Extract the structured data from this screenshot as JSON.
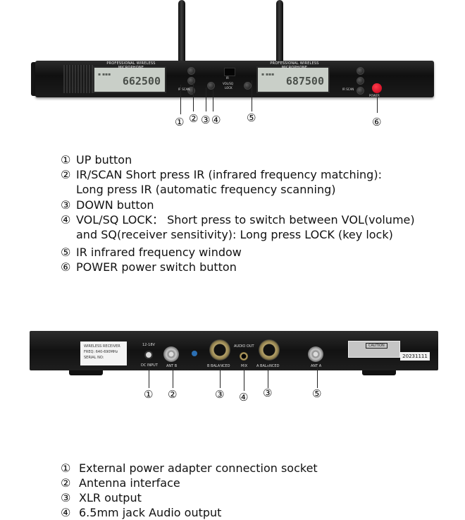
{
  "front_panel": {
    "lcd_left": {
      "header": "PROFESSIONAL WIRELESS MICROPHONE",
      "frequency": "662500"
    },
    "lcd_right": {
      "header": "PROFESSIONAL WIRELESS MICROPHONE",
      "frequency": "687500"
    },
    "labels": {
      "ir": "IR",
      "scan_left": "IR SCAN",
      "scan_right": "IR SCAN",
      "vol_sq": "VOL/SQ",
      "lock": "LOCK",
      "power": "POWER"
    },
    "callouts": [
      "①",
      "②",
      "③",
      "④",
      "⑤",
      "⑥"
    ]
  },
  "front_legend": [
    {
      "num": "①",
      "text": "UP button"
    },
    {
      "num": "②",
      "text": "IR/SCAN Short press IR (infrared frequency matching):"
    },
    {
      "num": "",
      "text": "Long press IR (automatic frequency scanning)"
    },
    {
      "num": "③",
      "text": "DOWN button"
    },
    {
      "num": "④",
      "text": "VOL/SQ LOCK：  Short press to switch between VOL(volume)"
    },
    {
      "num": "",
      "text": "and SQ(receiver sensitivity):   Long press LOCK (key lock)"
    },
    {
      "num": "⑤",
      "text": "IR infrared frequency window"
    },
    {
      "num": "⑥",
      "text": "POWER power switch button"
    }
  ],
  "rear_panel": {
    "label_card": [
      "WIRELESS RECEIVER",
      "FREQ: 640-690MHz",
      "SERIAL NO:"
    ],
    "dc_voltage": "12-18V",
    "dc_label": "DC INPUT",
    "ant_b": "ANT B",
    "balanced_b": "B BALANCED",
    "audio_out": "AUDIO OUT",
    "mix": "MIX",
    "balanced_a": "A BALANCED",
    "ant_a": "ANT A",
    "caution": "CAUTION",
    "serial_number": "20231111",
    "callouts": [
      "①",
      "②",
      "③",
      "④",
      "③",
      "⑤"
    ]
  },
  "rear_legend": [
    {
      "num": "①",
      "text": "External power adapter connection socket"
    },
    {
      "num": "②",
      "text": "Antenna interface"
    },
    {
      "num": "③",
      "text": "XLR output"
    },
    {
      "num": "④",
      "text": "6.5mm jack Audio output"
    }
  ]
}
